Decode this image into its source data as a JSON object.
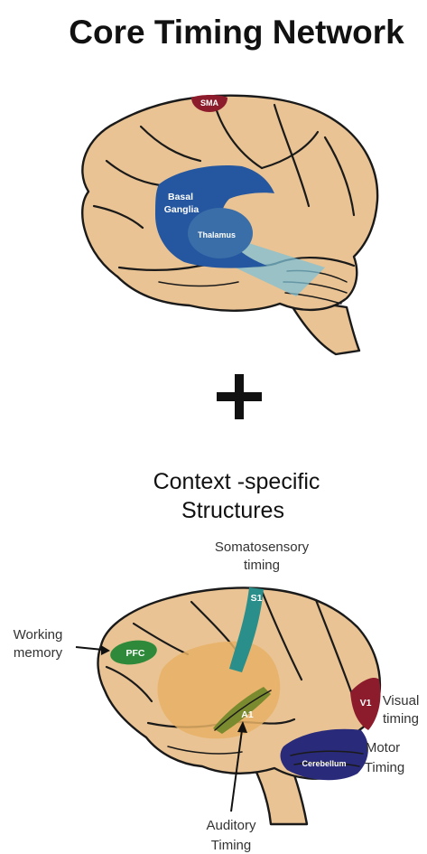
{
  "title": "Core Timing Network",
  "plus_symbol": "+",
  "subtitle": {
    "line1": "Context -specific",
    "line2": "Structures"
  },
  "top_brain": {
    "sma_label": "SMA",
    "basal_ganglia_line1": "Basal",
    "basal_ganglia_line2": "Ganglia",
    "thalamus_label": "Thalamus"
  },
  "bottom_brain": {
    "somatosensory_line1": "Somatosensory",
    "somatosensory_line2": "timing",
    "s1_label": "S1",
    "working_memory_line1": "Working",
    "working_memory_line2": "memory",
    "pfc_label": "PFC",
    "a1_label": "A1",
    "v1_label": "V1",
    "visual_line1": "Visual",
    "visual_line2": "timing",
    "cerebellum_label": "Cerebellum",
    "motor_line1": "Motor",
    "motor_line2": "Timing",
    "auditory_line1": "Auditory",
    "auditory_line2": "Timing"
  },
  "colors": {
    "brain_tissue": "#e9c393",
    "sma": "#8c1c2b",
    "basal_ganglia": "#2457a0",
    "thalamus": "#3a6ea8",
    "projection": "#7fc0d6",
    "s1": "#2a8f8a",
    "pfc": "#2e8a3a",
    "auditory_region": "#e8b266",
    "a1": "#7a8a2e",
    "v1": "#8c1c2b",
    "cerebellum": "#2a2a7a"
  }
}
